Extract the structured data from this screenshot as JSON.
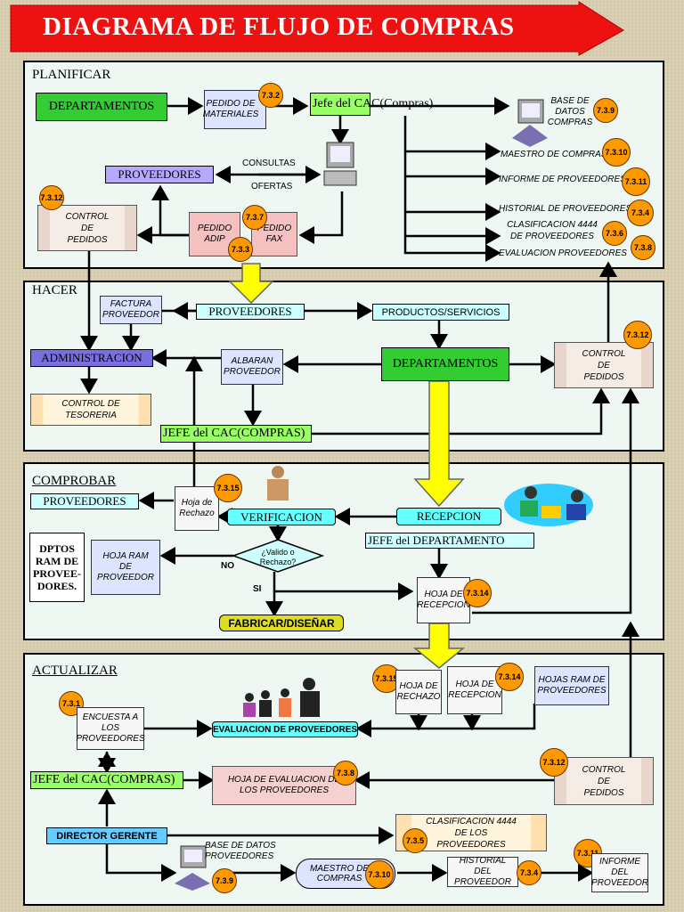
{
  "title": "DIAGRAMA DE FLUJO DE COMPRAS",
  "colors": {
    "banner": "#ee1111",
    "section_bg": "#eef7f2",
    "badge": "#ff9900",
    "big_arrow": "#ffff00"
  },
  "sections": {
    "planificar": "PLANIFICAR",
    "hacer": "HACER",
    "comprobar": "COMPROBAR",
    "actualizar": "ACTUALIZAR"
  },
  "planificar": {
    "departamentos": "DEPARTAMENTOS",
    "pedido_materiales": "PEDIDO DE MATERIALES",
    "jefe_cac": "Jefe del CAC(Compras)",
    "base_datos": "BASE DE DATOS COMPRAS",
    "proveedores": "PROVEEDORES",
    "consultas": "CONSULTAS",
    "ofertas": "OFERTAS",
    "control_pedidos": "CONTROL DE PEDIDOS",
    "pedido_adip": "PEDIDO ADIP",
    "pedido_fax": "PEDIDO FAX",
    "maestro_compras": "MAESTRO DE COMPRAS",
    "informe_proveedores": "INFORME DE PROVEEDORES",
    "historial_proveedores": "HISTORIAL DE PROVEEDORES",
    "clasificacion": "CLASIFICACION 4444 DE PROVEEDORES",
    "evaluacion": "EVALUACION PROVEEDORES"
  },
  "hacer": {
    "factura": "FACTURA PROVEEDOR",
    "proveedores": "PROVEEDORES",
    "productos": "PRODUCTOS/SERVICIOS",
    "administracion": "ADMINISTRACION",
    "albaran": "ALBARAN PROVEEDOR",
    "departamentos": "DEPARTAMENTOS",
    "control_pedidos": "CONTROL DE PEDIDOS",
    "control_tesoreria": "CONTROL DE TESORERIA",
    "jefe_cac": "JEFE del CAC(COMPRAS)"
  },
  "comprobar": {
    "proveedores": "PROVEEDORES",
    "hoja_rechazo": "Hoja de Rechazo",
    "verificacion": "VERIFICACION",
    "recepcion": "RECEPCION",
    "jefe_departamento": "JEFE del DEPARTAMENTO",
    "dptos": "DPTOS RAM DE PROVEE-DORES.",
    "hoja_ram": "HOJA RAM DE PROVEEDOR",
    "valido": "¿Valido o Rechazo?",
    "no": "NO",
    "si": "SI",
    "hoja_recepcion": "HOJA DE RECEPCION",
    "fabricar": "FABRICAR/DISEÑAR"
  },
  "actualizar": {
    "encuesta": "ENCUESTA A LOS PROVEEDORES",
    "evaluacion": "EVALUACION DE PROVEEDORES",
    "hoja_rechazo": "HOJA DE RECHAZO",
    "hoja_recepcion": "HOJA DE RECEPCION",
    "hojas_ram": "HOJAS RAM DE PROVEEDORES",
    "jefe_cac": "JEFE del CAC(COMPRAS)",
    "hoja_evaluacion": "HOJA DE EVALUACION DE LOS PROVEEDORES",
    "control_pedidos": "CONTROL DE PEDIDOS",
    "director": "DIRECTOR GERENTE",
    "clasificacion": "CLASIFICACION 4444 DE LOS PROVEEDORES",
    "base_datos": "BASE DE DATOS PROVEEDORES",
    "maestro": "MAESTRO DE COMPRAS",
    "historial": "HISTORIAL DEL PROVEEDOR",
    "informe": "INFORME DEL PROVEEDOR"
  },
  "badges": {
    "b732": "7.3.2",
    "b739": "7.3.9",
    "b7310": "7.3.10",
    "b7311": "7.3.11",
    "b734": "7.3.4",
    "b736": "7.3.6",
    "b738": "7.3.8",
    "b7312": "7.3.12",
    "b737": "7.3.7",
    "b733": "7.3.3",
    "b7315": "7.3.15",
    "b7314": "7.3.14",
    "b731": "7.3.1",
    "b735": "7.3.5"
  }
}
